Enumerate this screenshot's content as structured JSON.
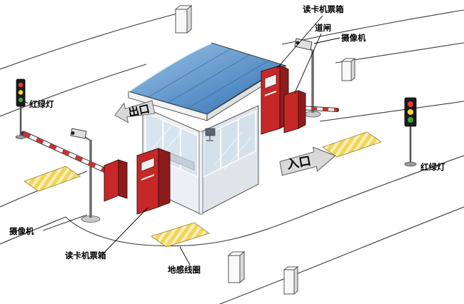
{
  "diagram": {
    "type": "parking-barrier-system-schematic",
    "labels": {
      "card_reader_top": "读卡机票箱",
      "barrier_gate": "道闸",
      "camera_right": "摄像机",
      "traffic_light_left": "红绿灯",
      "camera_left": "摄像机",
      "card_reader_bottom": "读卡机票箱",
      "loop_coil": "地感线圈",
      "traffic_light_right": "红绿灯",
      "exit_arrow": "出口",
      "entrance_arrow": "入口"
    },
    "colors": {
      "machine_red": "#c62828",
      "machine_red_dark": "#8e1c1c",
      "roof_blue": "#2f6fb2",
      "coil_yellow": "#f3d45a",
      "arrow_fill": "#d9d9d9",
      "traffic_red": "#e53935",
      "traffic_yellow": "#fdd835",
      "traffic_green": "#43a047"
    }
  }
}
